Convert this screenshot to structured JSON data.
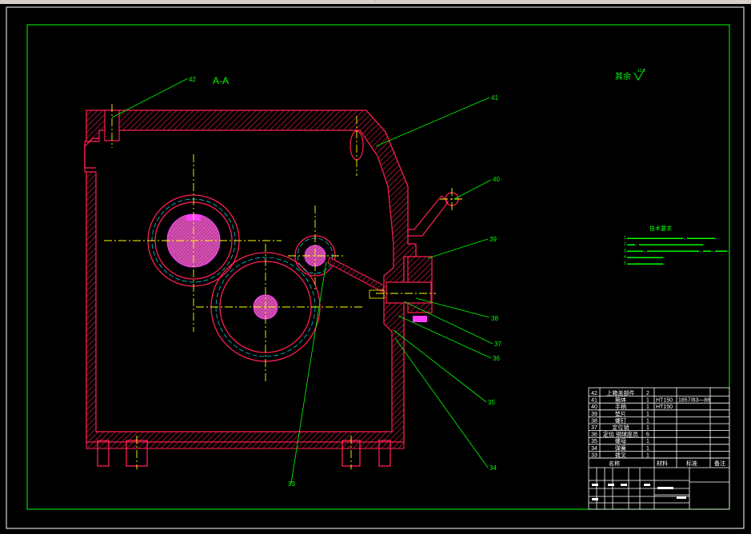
{
  "window": {
    "title_mark": "."
  },
  "drawing": {
    "section_label": "A-A",
    "surface_note": {
      "text": "其余",
      "symbol": "12.5"
    }
  },
  "balloons": [
    {
      "id": "b42",
      "text": "42"
    },
    {
      "id": "b41",
      "text": "41"
    },
    {
      "id": "b40",
      "text": "40"
    },
    {
      "id": "b39",
      "text": "39"
    },
    {
      "id": "b38",
      "text": "38"
    },
    {
      "id": "b37",
      "text": "37"
    },
    {
      "id": "b36",
      "text": "36"
    },
    {
      "id": "b35",
      "text": "35"
    },
    {
      "id": "b34",
      "text": "34"
    },
    {
      "id": "b33",
      "text": "33"
    }
  ],
  "tech_requirements": {
    "title": "技术要求",
    "lines": [
      "1  ▬▬▬▬▬▬▬▬▬▬▬▬▬▬，▬▬▬▬▬▬▬。",
      "2  ▬▬，▬▬▬▬▬▬▬▬▬▬▬▬▬▬▬▬。",
      "3  ▬▬▬▬，▬▬▬▬▬▬▬▬▬▬▬▬▬，▬▬，▬▬▬。",
      "4  ▬▬▬▬▬▬▬▬▬。",
      "5  ▬▬▬▬▬▬▬▬▬。"
    ]
  },
  "parts_list": {
    "rows": [
      {
        "no": "42",
        "name": "上箱盖部件",
        "qty": "2",
        "material": "",
        "standard": ""
      },
      {
        "no": "41",
        "name": "箱体",
        "qty": "1",
        "material": "HT150",
        "standard": "1857/83—86"
      },
      {
        "no": "40",
        "name": "手柄",
        "qty": "1",
        "material": "HT150",
        "standard": ""
      },
      {
        "no": "39",
        "name": "垫片",
        "qty": "1",
        "material": "",
        "standard": ""
      },
      {
        "no": "38",
        "name": "螺钉",
        "qty": "1",
        "material": "",
        "standard": ""
      },
      {
        "no": "37",
        "name": "定位销",
        "qty": "1",
        "material": "",
        "standard": ""
      },
      {
        "no": "36",
        "name": "定位 钢球座员",
        "qty": "6",
        "material": "",
        "standard": ""
      },
      {
        "no": "35",
        "name": "螺母",
        "qty": "1",
        "material": "",
        "standard": ""
      },
      {
        "no": "34",
        "name": "弹簧",
        "qty": "1",
        "material": "",
        "standard": ""
      },
      {
        "no": "33",
        "name": "拨叉",
        "qty": "1",
        "material": "",
        "standard": ""
      }
    ],
    "header": {
      "name": "名称",
      "material": "材料",
      "standard": "标准",
      "remark": "备注"
    }
  }
}
